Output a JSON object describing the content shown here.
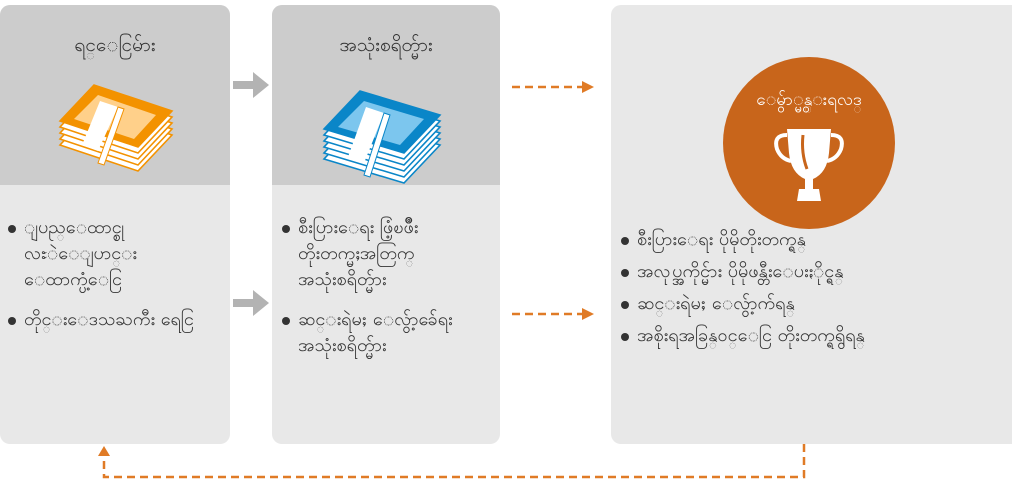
{
  "colors": {
    "panel_bg": "#e8e8e8",
    "panel_header": "#cccccc",
    "accent_orange": "#c8651b",
    "money_orange": "#f39200",
    "money_blue": "#0a86c8",
    "arrow_grey": "#b3b3b3",
    "dashed_orange": "#e07b26"
  },
  "panel1": {
    "title": "ရင္ေငြမ်ား",
    "icon": "orange-cash-stack-icon",
    "bullets": [
      "ျပည္ေထာင္စု\nလႊဲေျပာင္း\nေထာက္ပံ့ေငြ",
      "တိုင္းေဒသႀကီး ရေငြ"
    ]
  },
  "panel2": {
    "title": "အသုံးစရိတ္မ်ား",
    "icon": "blue-cash-stack-icon",
    "bullets": [
      "စီးပြားေရး ဖြံ့ၿဖိဳး\nတိုးတက္မႈအတြက္\nအသုံးစရိတ္မ်ား",
      "ဆင္းရဲမႈ ေလွ်ာ့ခ်ေရး\nအသုံးစရိတ္မ်ား"
    ]
  },
  "panel3": {
    "outcome_label": "ေမွ်ာ္မွန္းရလဒ္",
    "icon": "trophy-icon",
    "bullets": [
      "စီးပြားေရး ပိုမိုတိုးတက္ရန္",
      "အလုပ္အကိုင္မ်ား ပိုမိုဖန္တီးေပးႏိုင္ရန္",
      "ဆင္းရဲမႈ ေလွ်ာ့က်ရန္",
      "အစိုးရအခြန္ဝင္ေငြ တိုးတက္ရရွိရန္"
    ]
  }
}
